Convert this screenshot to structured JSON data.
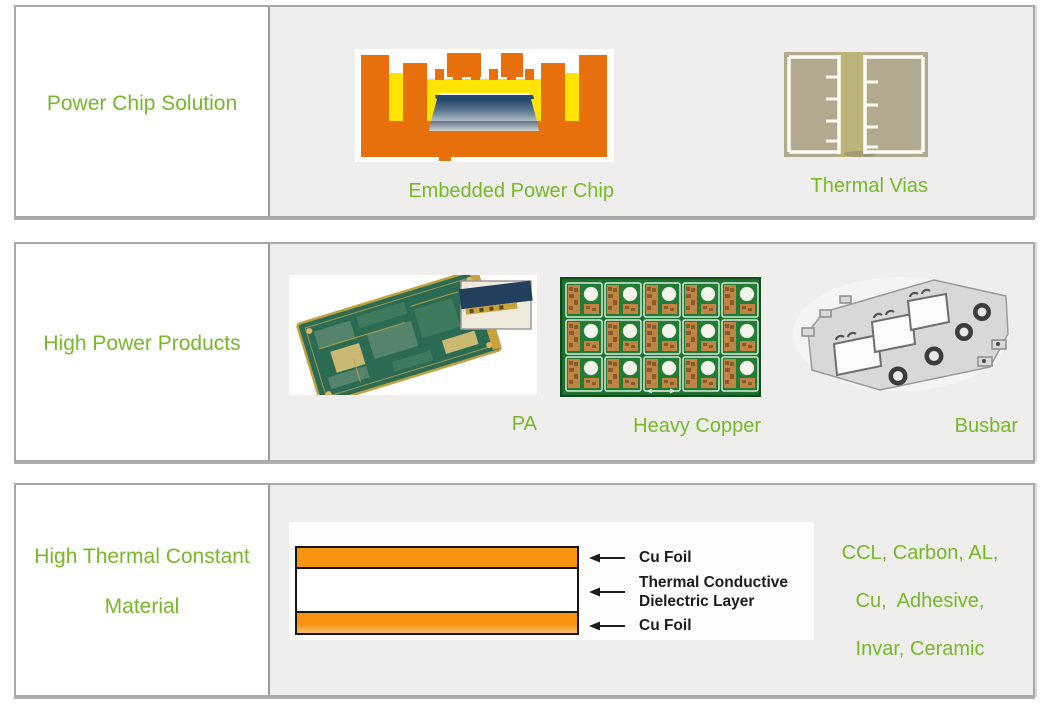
{
  "colors": {
    "accent_green": "#76b82a",
    "panel_gray": "#efeeed",
    "border_gray": "#a8a8a8",
    "layer_orange": "#f6940f",
    "diagram_label_black": "#1c1c1c"
  },
  "row1": {
    "label": "Power Chip Solution",
    "chip_caption": "Embedded Power Chip",
    "vias_caption": "Thermal Vias"
  },
  "row2": {
    "label": "High Power Products",
    "pa_caption": "PA",
    "copper_caption": "Heavy Copper",
    "busbar_caption": "Busbar"
  },
  "row3": {
    "label_line1": "High Thermal Constant",
    "label_line2": "Material",
    "layer_top": "Cu Foil",
    "layer_middle": "Thermal Conductive\nDielectric Layer",
    "layer_bottom": "Cu Foil",
    "materials_line1": "CCL, Carbon, AL,",
    "materials_line2": "Cu,  Adhesive,",
    "materials_line3": "Invar, Ceramic"
  },
  "images": {
    "row1": [
      "embedded-power-chip-cross-section",
      "thermal-vias-micrograph"
    ],
    "row2": [
      "pa-pcb-photo",
      "heavy-copper-pcb-panel",
      "busbar-stamped-metal-part"
    ],
    "row3": [
      "ccl-layer-stack-diagram"
    ]
  }
}
